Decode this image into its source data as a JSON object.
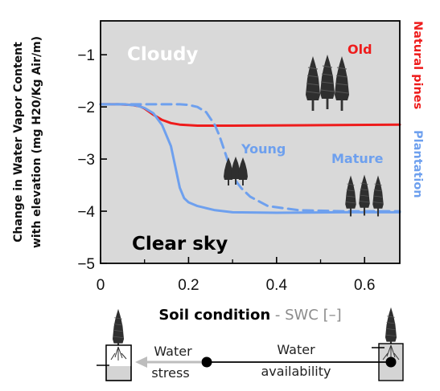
{
  "chart_data": {
    "type": "line",
    "title": "",
    "xlabel": "Soil condition",
    "xlabel_suffix": " - SWC [–]",
    "ylabel_line1": "Change in Water Vapor Content",
    "ylabel_line2": "with elevation (mg H20/Kg Air/m)",
    "xlim": [
      0,
      0.68
    ],
    "ylim": [
      -5,
      -0.35
    ],
    "xticks": [
      0,
      0.2,
      0.4,
      0.6
    ],
    "xtick_labels": [
      "0",
      "0.2",
      "0.4",
      "0.6"
    ],
    "yticks": [
      -1,
      -2,
      -3,
      -4,
      -5
    ],
    "ytick_labels": [
      "−1",
      "−2",
      "−3",
      "−4",
      "−5"
    ],
    "grid": false,
    "background": "#d9d9d9",
    "right_labels": {
      "top": "Natural pines",
      "bottom": "Plantation"
    },
    "series": [
      {
        "name": "Old",
        "color": "#ee1c1c",
        "dash": false,
        "x": [
          0,
          0.04,
          0.07,
          0.09,
          0.1,
          0.11,
          0.12,
          0.13,
          0.14,
          0.16,
          0.18,
          0.22,
          0.3,
          0.5,
          0.68
        ],
        "y": [
          -1.95,
          -1.95,
          -1.96,
          -1.99,
          -2.03,
          -2.09,
          -2.15,
          -2.2,
          -2.25,
          -2.31,
          -2.34,
          -2.36,
          -2.36,
          -2.35,
          -2.34
        ]
      },
      {
        "name": "Young",
        "color": "#6ea0ee",
        "dash": true,
        "x": [
          0,
          0.06,
          0.12,
          0.18,
          0.2,
          0.22,
          0.24,
          0.26,
          0.27,
          0.28,
          0.29,
          0.3,
          0.31,
          0.32,
          0.34,
          0.38,
          0.45,
          0.55,
          0.68
        ],
        "y": [
          -1.95,
          -1.95,
          -1.95,
          -1.95,
          -1.96,
          -2.0,
          -2.1,
          -2.35,
          -2.55,
          -2.8,
          -3.05,
          -3.3,
          -3.45,
          -3.56,
          -3.72,
          -3.9,
          -3.98,
          -4.0,
          -4.0
        ]
      },
      {
        "name": "Mature",
        "color": "#6ea0ee",
        "dash": false,
        "x": [
          0,
          0.05,
          0.08,
          0.1,
          0.12,
          0.14,
          0.16,
          0.17,
          0.18,
          0.19,
          0.2,
          0.22,
          0.26,
          0.3,
          0.4,
          0.55,
          0.68
        ],
        "y": [
          -1.95,
          -1.95,
          -1.97,
          -2.02,
          -2.12,
          -2.35,
          -2.75,
          -3.15,
          -3.55,
          -3.75,
          -3.83,
          -3.9,
          -3.98,
          -4.02,
          -4.03,
          -4.02,
          -4.02
        ]
      }
    ],
    "annotations": {
      "cloudy": "Cloudy",
      "clear_sky": "Clear sky",
      "old": "Old",
      "young": "Young",
      "mature": "Mature"
    }
  },
  "diagram": {
    "water_stress_line1": "Water",
    "water_stress_line2": "stress",
    "water_availability_line1": "Water",
    "water_availability_line2": "availability"
  }
}
